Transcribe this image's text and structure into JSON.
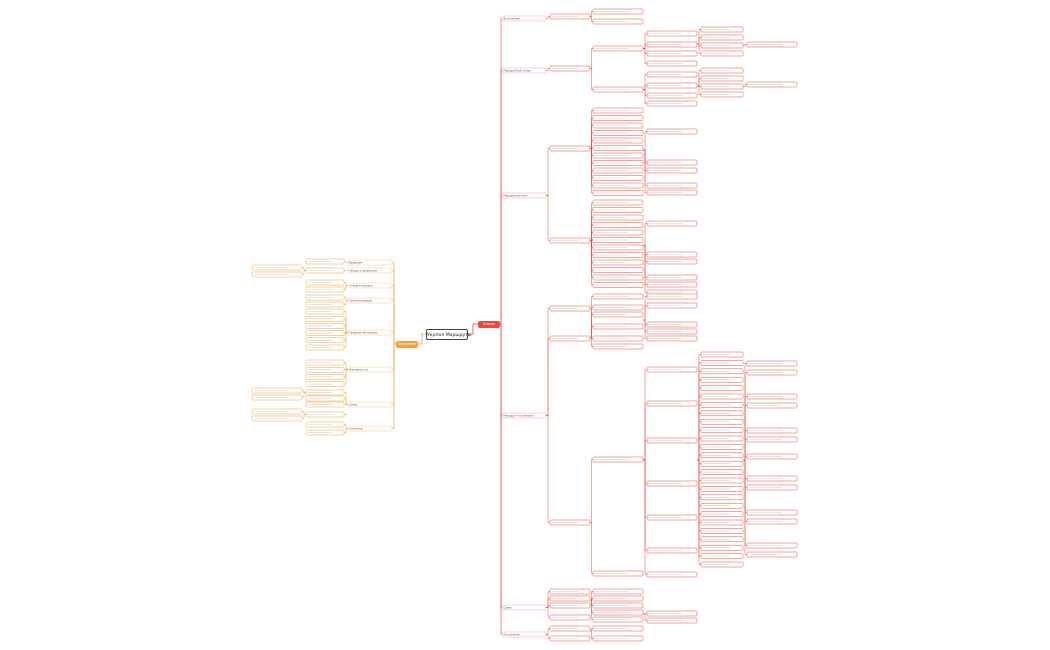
{
  "root": {
    "title": "Укрпол Маршруты"
  },
  "right_branch": {
    "label": "Блоки"
  },
  "left_branch": {
    "label": "Описание"
  },
  "colors": {
    "right": "#e84a3c",
    "left": "#f0a040",
    "box_right": "#f2a49b",
    "box_left": "#f6c98c",
    "text": "#555555"
  },
  "right_level1": [
    "Вступление",
    "Маршрутный номер",
    "Маршрутная сеть",
    "Маршрут и остановки",
    "Связи",
    "Расписание"
  ],
  "left_level1": [
    "Введение",
    "Общая информация",
    "Условия поездки",
    "Оплата проезда",
    "Правила пассажира",
    "Безопасность",
    "Связь",
    "Контакты"
  ]
}
